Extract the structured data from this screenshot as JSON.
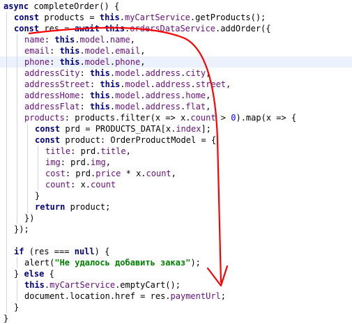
{
  "colors": {
    "keyword": "#000080",
    "property": "#660e7a",
    "number": "#0000ff",
    "string": "#008000",
    "line_highlight": "#ebf1fd",
    "indent_guide": "#d4d4d4",
    "annotation_arrow": "#ff0000"
  },
  "annotation": {
    "icon": "red-hand-drawn-arrow-icon"
  },
  "lines": [
    {
      "indent": 0,
      "tokens": [
        {
          "t": "kw",
          "v": "async "
        },
        {
          "t": "pl",
          "v": "completeOrder() {"
        }
      ]
    },
    {
      "indent": 1,
      "tokens": [
        {
          "t": "kw",
          "v": "const "
        },
        {
          "t": "pl",
          "v": "products = "
        },
        {
          "t": "kw",
          "v": "this"
        },
        {
          "t": "pl",
          "v": "."
        },
        {
          "t": "prop",
          "v": "myCartService"
        },
        {
          "t": "pl",
          "v": ".getProducts();"
        }
      ]
    },
    {
      "indent": 1,
      "tokens": [
        {
          "t": "kw",
          "v": "const "
        },
        {
          "t": "pl",
          "v": "res = "
        },
        {
          "t": "kw",
          "v": "await this"
        },
        {
          "t": "pl",
          "v": "."
        },
        {
          "t": "prop",
          "v": "ordersDataService"
        },
        {
          "t": "pl",
          "v": ".addOrder({"
        }
      ]
    },
    {
      "indent": 2,
      "tokens": [
        {
          "t": "prop",
          "v": "name"
        },
        {
          "t": "pl",
          "v": ": "
        },
        {
          "t": "kw",
          "v": "this"
        },
        {
          "t": "pl",
          "v": "."
        },
        {
          "t": "prop",
          "v": "model"
        },
        {
          "t": "pl",
          "v": "."
        },
        {
          "t": "prop",
          "v": "name"
        },
        {
          "t": "pl",
          "v": ","
        }
      ]
    },
    {
      "indent": 2,
      "tokens": [
        {
          "t": "prop",
          "v": "email"
        },
        {
          "t": "pl",
          "v": ": "
        },
        {
          "t": "kw",
          "v": "this"
        },
        {
          "t": "pl",
          "v": "."
        },
        {
          "t": "prop",
          "v": "model"
        },
        {
          "t": "pl",
          "v": "."
        },
        {
          "t": "prop",
          "v": "email"
        },
        {
          "t": "pl",
          "v": ","
        }
      ]
    },
    {
      "indent": 2,
      "hl": true,
      "tokens": [
        {
          "t": "prop",
          "v": "phone"
        },
        {
          "t": "pl",
          "v": ": "
        },
        {
          "t": "kw",
          "v": "this"
        },
        {
          "t": "pl",
          "v": "."
        },
        {
          "t": "prop",
          "v": "model"
        },
        {
          "t": "pl",
          "v": "."
        },
        {
          "t": "prop",
          "v": "phone"
        },
        {
          "t": "pl",
          "v": ","
        }
      ]
    },
    {
      "indent": 2,
      "tokens": [
        {
          "t": "prop",
          "v": "addressCity"
        },
        {
          "t": "pl",
          "v": ": "
        },
        {
          "t": "kw",
          "v": "this"
        },
        {
          "t": "pl",
          "v": "."
        },
        {
          "t": "prop",
          "v": "model"
        },
        {
          "t": "pl",
          "v": "."
        },
        {
          "t": "prop",
          "v": "address"
        },
        {
          "t": "pl",
          "v": "."
        },
        {
          "t": "prop",
          "v": "city"
        },
        {
          "t": "pl",
          "v": ","
        }
      ]
    },
    {
      "indent": 2,
      "tokens": [
        {
          "t": "prop",
          "v": "addressStreet"
        },
        {
          "t": "pl",
          "v": ": "
        },
        {
          "t": "kw",
          "v": "this"
        },
        {
          "t": "pl",
          "v": "."
        },
        {
          "t": "prop",
          "v": "model"
        },
        {
          "t": "pl",
          "v": "."
        },
        {
          "t": "prop",
          "v": "address"
        },
        {
          "t": "pl",
          "v": "."
        },
        {
          "t": "prop",
          "v": "street"
        },
        {
          "t": "pl",
          "v": ","
        }
      ]
    },
    {
      "indent": 2,
      "tokens": [
        {
          "t": "prop",
          "v": "addressHome"
        },
        {
          "t": "pl",
          "v": ": "
        },
        {
          "t": "kw",
          "v": "this"
        },
        {
          "t": "pl",
          "v": "."
        },
        {
          "t": "prop",
          "v": "model"
        },
        {
          "t": "pl",
          "v": "."
        },
        {
          "t": "prop",
          "v": "address"
        },
        {
          "t": "pl",
          "v": "."
        },
        {
          "t": "prop",
          "v": "home"
        },
        {
          "t": "pl",
          "v": ","
        }
      ]
    },
    {
      "indent": 2,
      "tokens": [
        {
          "t": "prop",
          "v": "addressFlat"
        },
        {
          "t": "pl",
          "v": ": "
        },
        {
          "t": "kw",
          "v": "this"
        },
        {
          "t": "pl",
          "v": "."
        },
        {
          "t": "prop",
          "v": "model"
        },
        {
          "t": "pl",
          "v": "."
        },
        {
          "t": "prop",
          "v": "address"
        },
        {
          "t": "pl",
          "v": "."
        },
        {
          "t": "prop",
          "v": "flat"
        },
        {
          "t": "pl",
          "v": ","
        }
      ]
    },
    {
      "indent": 2,
      "tokens": [
        {
          "t": "prop",
          "v": "products"
        },
        {
          "t": "pl",
          "v": ": products.filter(x => x."
        },
        {
          "t": "prop",
          "v": "count"
        },
        {
          "t": "pl",
          "v": " > "
        },
        {
          "t": "num",
          "v": "0"
        },
        {
          "t": "pl",
          "v": ").map(x => {"
        }
      ]
    },
    {
      "indent": 3,
      "tokens": [
        {
          "t": "kw",
          "v": "const "
        },
        {
          "t": "pl",
          "v": "prd = PRODUCTS_DATA[x."
        },
        {
          "t": "prop",
          "v": "index"
        },
        {
          "t": "pl",
          "v": "];"
        }
      ]
    },
    {
      "indent": 3,
      "tokens": [
        {
          "t": "kw",
          "v": "const "
        },
        {
          "t": "pl",
          "v": "product: OrderProductModel = {"
        }
      ]
    },
    {
      "indent": 4,
      "tokens": [
        {
          "t": "prop",
          "v": "title"
        },
        {
          "t": "pl",
          "v": ": prd."
        },
        {
          "t": "prop",
          "v": "title"
        },
        {
          "t": "pl",
          "v": ","
        }
      ]
    },
    {
      "indent": 4,
      "tokens": [
        {
          "t": "prop",
          "v": "img"
        },
        {
          "t": "pl",
          "v": ": prd."
        },
        {
          "t": "prop",
          "v": "img"
        },
        {
          "t": "pl",
          "v": ","
        }
      ]
    },
    {
      "indent": 4,
      "tokens": [
        {
          "t": "prop",
          "v": "cost"
        },
        {
          "t": "pl",
          "v": ": prd."
        },
        {
          "t": "prop",
          "v": "price"
        },
        {
          "t": "pl",
          "v": " * x."
        },
        {
          "t": "prop",
          "v": "count"
        },
        {
          "t": "pl",
          "v": ","
        }
      ]
    },
    {
      "indent": 4,
      "tokens": [
        {
          "t": "prop",
          "v": "count"
        },
        {
          "t": "pl",
          "v": ": x."
        },
        {
          "t": "prop",
          "v": "count"
        }
      ]
    },
    {
      "indent": 3,
      "tokens": [
        {
          "t": "pl",
          "v": "}"
        }
      ]
    },
    {
      "indent": 3,
      "tokens": [
        {
          "t": "kw",
          "v": "return "
        },
        {
          "t": "pl",
          "v": "product;"
        }
      ]
    },
    {
      "indent": 2,
      "tokens": [
        {
          "t": "pl",
          "v": "})"
        }
      ]
    },
    {
      "indent": 1,
      "tokens": [
        {
          "t": "pl",
          "v": "});"
        }
      ]
    },
    {
      "indent": 1,
      "tokens": []
    },
    {
      "indent": 1,
      "tokens": [
        {
          "t": "kw",
          "v": "if "
        },
        {
          "t": "pl",
          "v": "(res === "
        },
        {
          "t": "kw",
          "v": "null"
        },
        {
          "t": "pl",
          "v": ") {"
        }
      ]
    },
    {
      "indent": 2,
      "tokens": [
        {
          "t": "pl",
          "v": "alert("
        },
        {
          "t": "str",
          "v": "\"Не удалось добавить заказ\""
        },
        {
          "t": "pl",
          "v": ");"
        }
      ]
    },
    {
      "indent": 1,
      "tokens": [
        {
          "t": "pl",
          "v": "} "
        },
        {
          "t": "kw",
          "v": "else "
        },
        {
          "t": "pl",
          "v": "{"
        }
      ]
    },
    {
      "indent": 2,
      "tokens": [
        {
          "t": "kw",
          "v": "this"
        },
        {
          "t": "pl",
          "v": "."
        },
        {
          "t": "prop",
          "v": "myCartService"
        },
        {
          "t": "pl",
          "v": ".emptyCart();"
        }
      ]
    },
    {
      "indent": 2,
      "tokens": [
        {
          "t": "pl",
          "v": "document.location.href = res."
        },
        {
          "t": "prop",
          "v": "paymentUrl"
        },
        {
          "t": "pl",
          "v": ";"
        }
      ]
    },
    {
      "indent": 1,
      "tokens": [
        {
          "t": "pl",
          "v": "}"
        }
      ]
    },
    {
      "indent": 0,
      "tokens": [
        {
          "t": "pl",
          "v": "}"
        }
      ]
    }
  ]
}
